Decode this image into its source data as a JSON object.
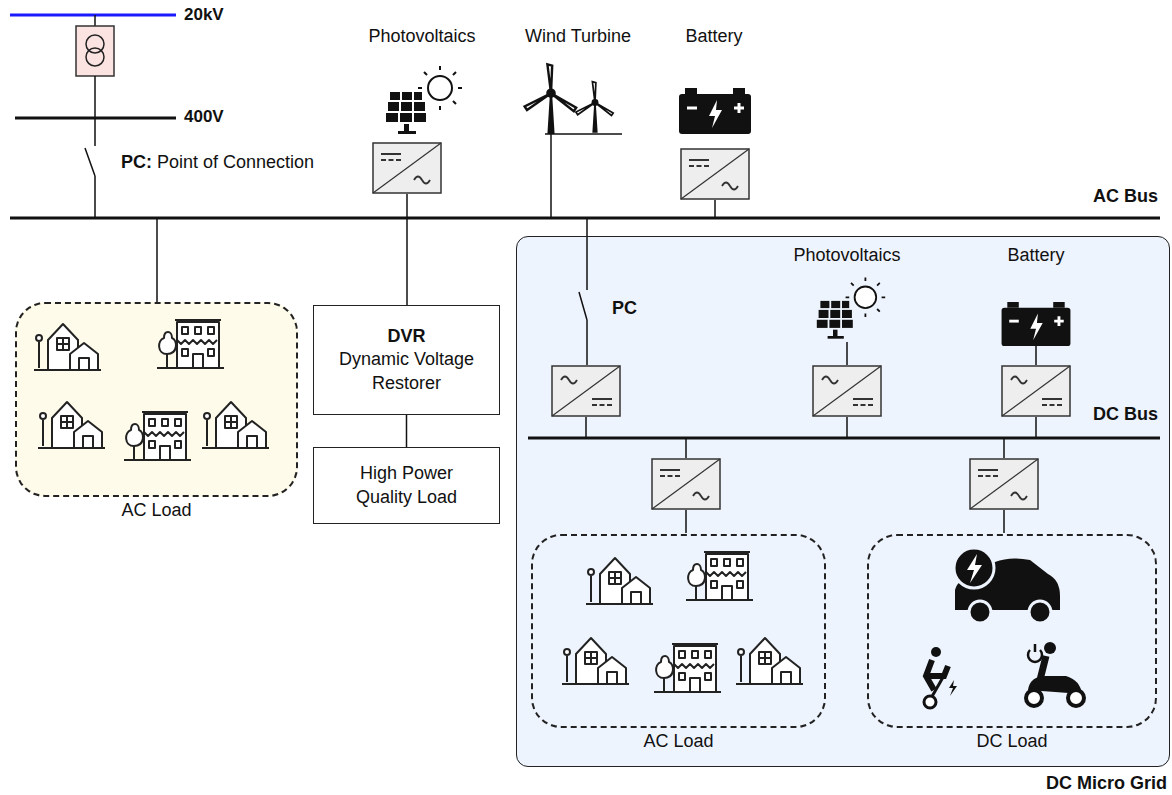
{
  "diagram": {
    "nodes": [
      {
        "text": [
          "AC Load"
        ]
      },
      {
        "text": [
          "DVR",
          "Dynamic Voltage Restorer"
        ]
      },
      {
        "text": [
          "High Power Quality Load"
        ]
      },
      {
        "text": [
          "DC Micro Grid"
        ]
      },
      {
        "text": [
          "AC Load"
        ],
        "in": 3
      },
      {
        "text": [
          "DC Load"
        ],
        "in": 3
      }
    ],
    "edges": [
      {
        "from": 1,
        "to": 2,
        "arrow": "none"
      }
    ],
    "labels": [
      "20kV",
      "400V",
      "PC:",
      "Point of Connection",
      "Photovoltaics",
      "Wind Turbine",
      "Battery",
      "AC Bus",
      "PC",
      "Photovoltaics",
      "Battery",
      "DC Bus"
    ]
  }
}
